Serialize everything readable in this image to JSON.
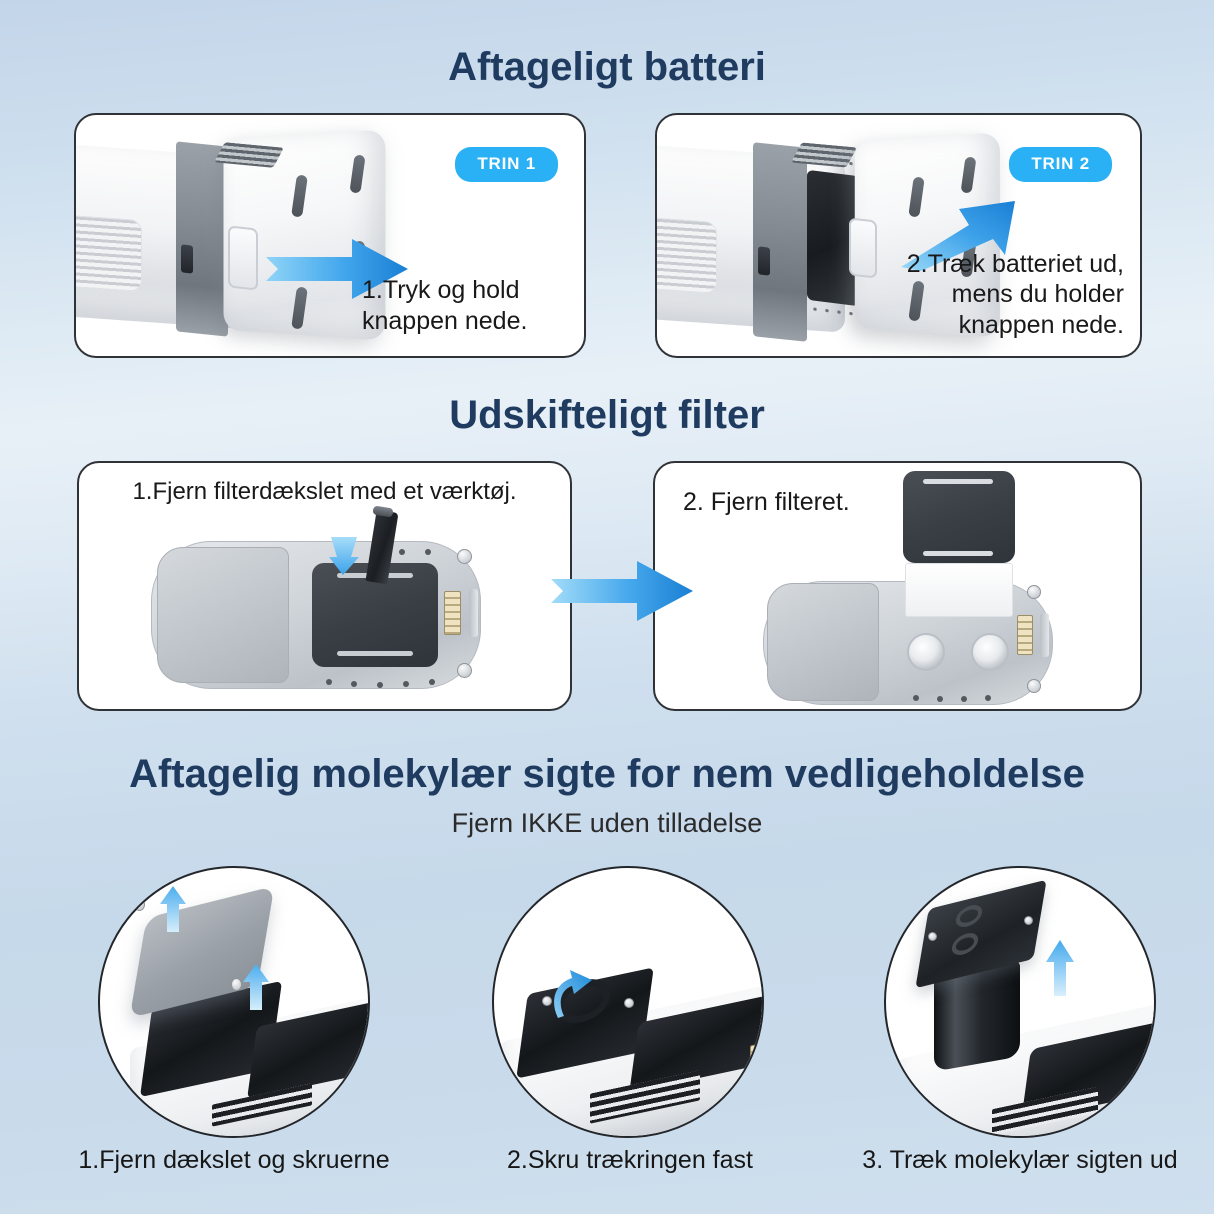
{
  "page": {
    "background_top_color": "#c3d5e9",
    "background_mid_color": "#e8f0f7",
    "background_bottom_color": "#cfdfee"
  },
  "sections": {
    "battery": {
      "title": "Aftageligt batteri",
      "title_color": "#1f3b60",
      "steps": [
        {
          "badge": "TRIN 1",
          "badge_color": "#2ab0f5",
          "caption": "1.Tryk og hold knappen nede.",
          "arrow": "right-arrow-icon"
        },
        {
          "badge": "TRIN 2",
          "badge_color": "#2ab0f5",
          "caption": "2.Træk batteriet ud, mens du holder knappen nede.",
          "arrow": "diagonal-up-right-arrow-icon"
        }
      ]
    },
    "filter": {
      "title": "Udskifteligt filter",
      "title_color": "#1f3b60",
      "steps": [
        {
          "caption": "1.Fjern filterdækslet med et værktøj.",
          "arrow": "down-arrow-icon"
        },
        {
          "caption": "2. Fjern filteret.",
          "arrow": "none"
        }
      ],
      "connector_arrow": "right-arrow-icon"
    },
    "sieve": {
      "title": "Aftagelig molekylær sigte for nem vedligeholdelse",
      "title_color": "#1f3b60",
      "subtitle": "Fjern IKKE uden tilladelse",
      "subtitle_color": "#2b2b2b",
      "steps": [
        {
          "caption": "1.Fjern dækslet og skruerne",
          "arrow": "up-arrow-icon"
        },
        {
          "caption": "2.Skru trækringen fast",
          "arrow": "rotate-arrow-icon"
        },
        {
          "caption": "3. Træk molekylær sigten ud",
          "arrow": "up-arrow-icon"
        }
      ]
    }
  },
  "colors": {
    "accent_blue": "#2ab0f5",
    "arrow_light": "#8fd4f7",
    "arrow_dark": "#1a7fd4",
    "card_border": "#2f3338",
    "device_white": "#f2f3f5",
    "device_gray_band": "#7d848c",
    "device_dark": "#2f343a"
  }
}
